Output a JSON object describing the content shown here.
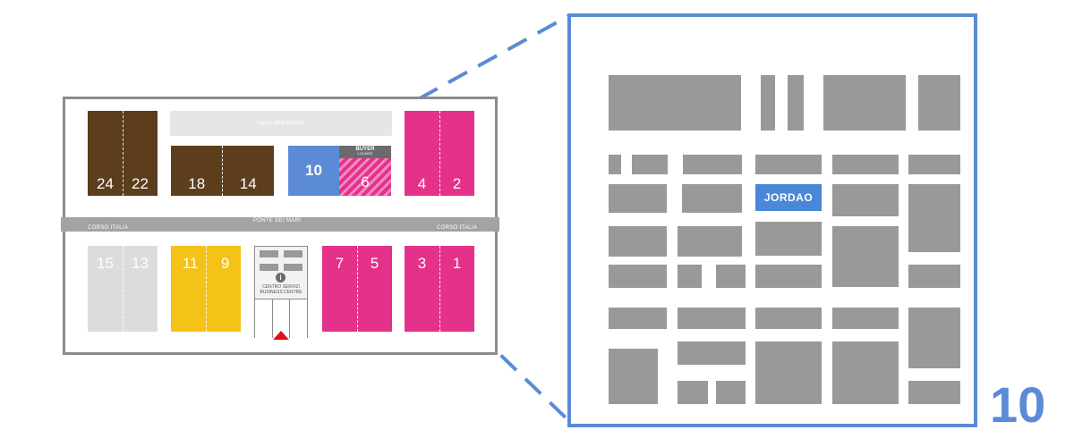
{
  "map": {
    "roads": {
      "top_label": "Largo delle Nazioni",
      "main_center": "PONTE DEI MARI",
      "main_left": "CORSO ITALIA",
      "main_right": "CORSO ITALIA"
    },
    "halls": {
      "h24": "24",
      "h22": "22",
      "h18": "18",
      "h14": "14",
      "h10": "10",
      "h6": "6",
      "h4": "4",
      "h2": "2",
      "h15": "15",
      "h13": "13",
      "h11": "11",
      "h9": "9",
      "h7": "7",
      "h5": "5",
      "h3": "3",
      "h1": "1"
    },
    "buyer_lounge": {
      "line1": "BUYER",
      "line2": "LOUNGE"
    },
    "business_centre": {
      "info_glyph": "i",
      "line1": "CENTRO SERVIZI",
      "line2": "BUSINESS CENTRE"
    }
  },
  "detail": {
    "brand_label": "JORDAO",
    "hall_number": "10"
  },
  "colors": {
    "brown": "#5c3d1c",
    "pink": "#e4318a",
    "yellow": "#f5c218",
    "light_gray": "#dcdcdc",
    "highlight_blue": "#5b8bd6",
    "stand_gray": "#999999",
    "entrance_red": "#e0101a"
  }
}
